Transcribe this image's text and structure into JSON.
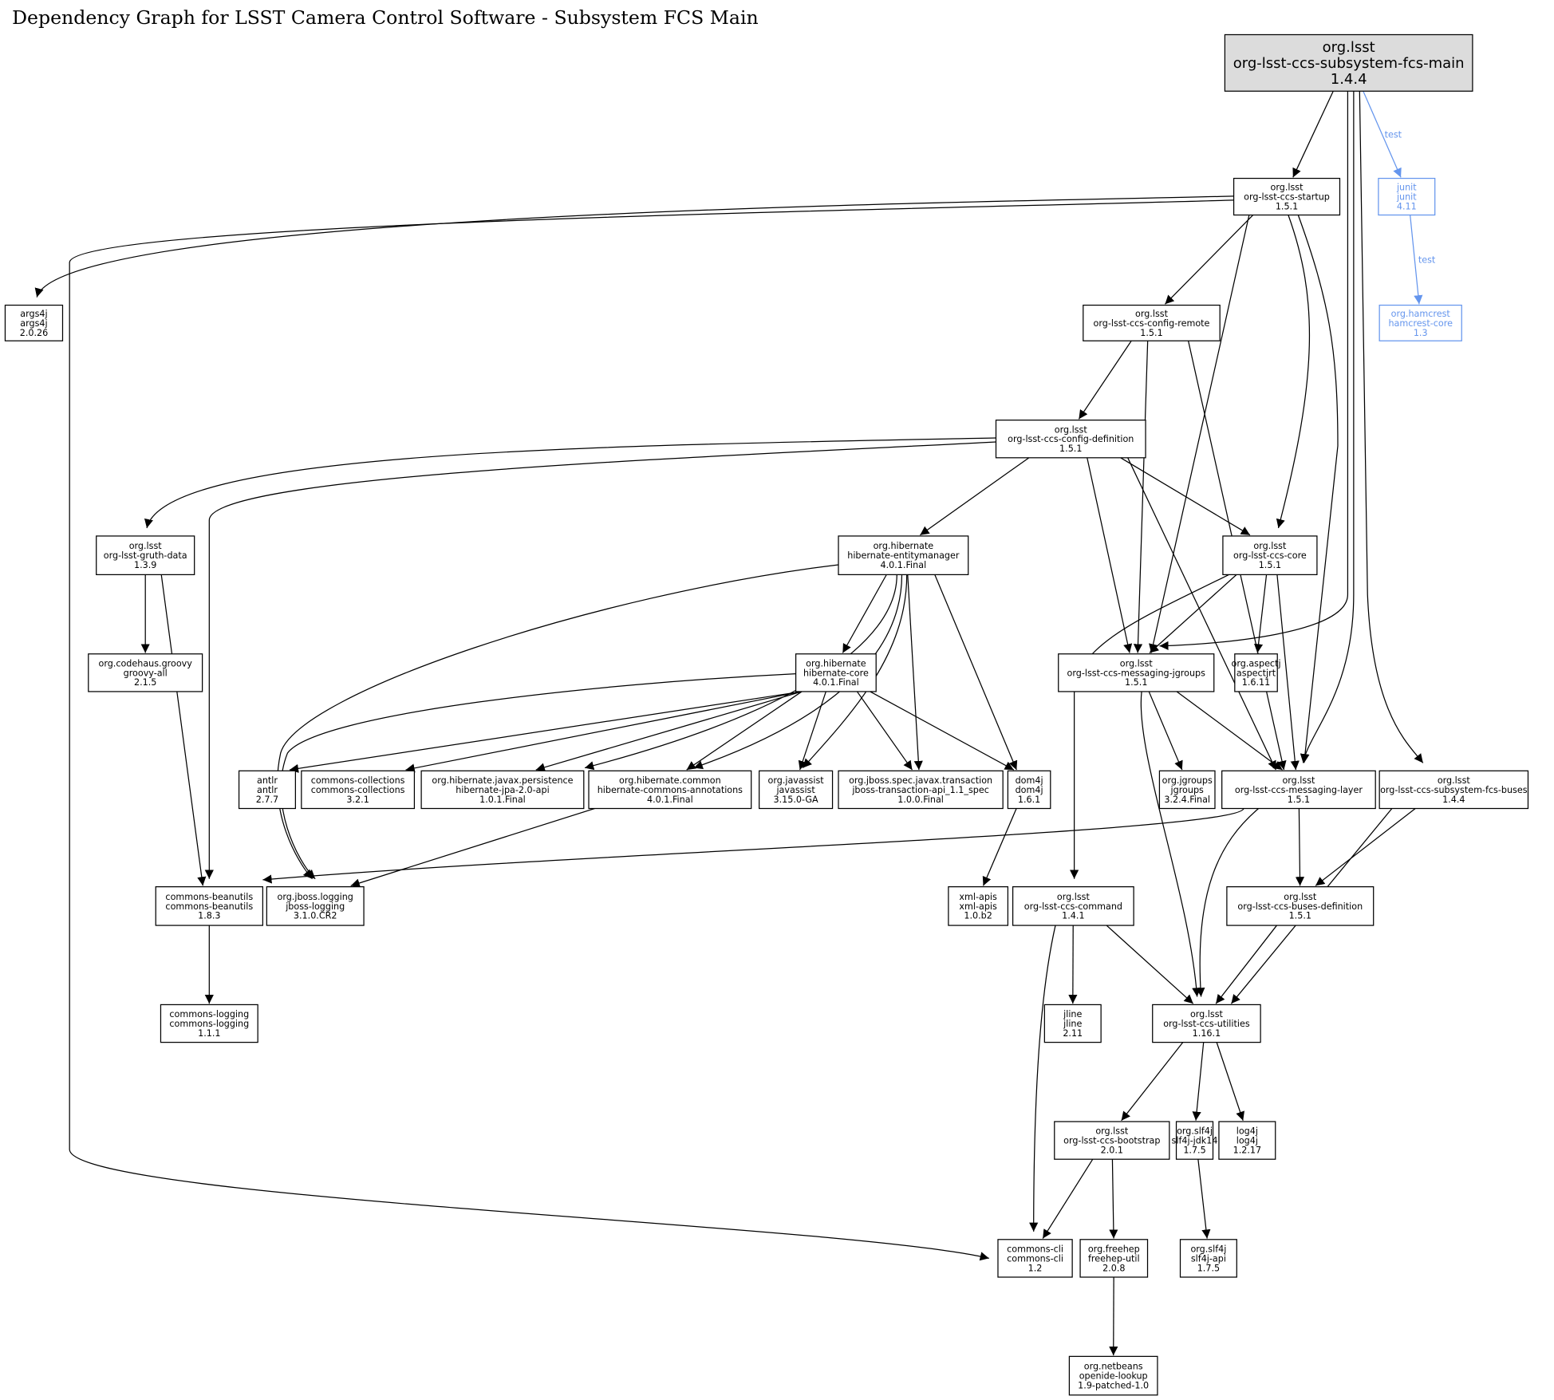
{
  "title": "Dependency Graph for LSST Camera Control Software - Subsystem FCS Main",
  "colors": {
    "root_fill": "#dcdcdc",
    "node_stroke": "#000000",
    "test": "#6495ed"
  },
  "nodes": [
    {
      "id": "main",
      "group": "org.lsst",
      "artifact": "org-lsst-ccs-subsystem-fcs-main",
      "version": "1.4.4",
      "kind": "root"
    },
    {
      "id": "startup",
      "group": "org.lsst",
      "artifact": "org-lsst-ccs-startup",
      "version": "1.5.1"
    },
    {
      "id": "junit",
      "group": "junit",
      "artifact": "junit",
      "version": "4.11",
      "kind": "test"
    },
    {
      "id": "hamcrest",
      "group": "org.hamcrest",
      "artifact": "hamcrest-core",
      "version": "1.3",
      "kind": "test"
    },
    {
      "id": "args4j",
      "group": "args4j",
      "artifact": "args4j",
      "version": "2.0.26"
    },
    {
      "id": "config-remote",
      "group": "org.lsst",
      "artifact": "org-lsst-ccs-config-remote",
      "version": "1.5.1"
    },
    {
      "id": "config-definition",
      "group": "org.lsst",
      "artifact": "org-lsst-ccs-config-definition",
      "version": "1.5.1"
    },
    {
      "id": "gruth-data",
      "group": "org.lsst",
      "artifact": "org-lsst-gruth-data",
      "version": "1.3.9"
    },
    {
      "id": "entitymanager",
      "group": "org.hibernate",
      "artifact": "hibernate-entitymanager",
      "version": "4.0.1.Final"
    },
    {
      "id": "ccs-core",
      "group": "org.lsst",
      "artifact": "org-lsst-ccs-core",
      "version": "1.5.1"
    },
    {
      "id": "groovy",
      "group": "org.codehaus.groovy",
      "artifact": "groovy-all",
      "version": "2.1.5"
    },
    {
      "id": "hibernate-core",
      "group": "org.hibernate",
      "artifact": "hibernate-core",
      "version": "4.0.1.Final"
    },
    {
      "id": "messaging-jgroups",
      "group": "org.lsst",
      "artifact": "org-lsst-ccs-messaging-jgroups",
      "version": "1.5.1"
    },
    {
      "id": "aspectj",
      "group": "org.aspectj",
      "artifact": "aspectjrt",
      "version": "1.6.11"
    },
    {
      "id": "antlr",
      "group": "antlr",
      "artifact": "antlr",
      "version": "2.7.7"
    },
    {
      "id": "commons-collections",
      "group": "commons-collections",
      "artifact": "commons-collections",
      "version": "3.2.1"
    },
    {
      "id": "hibernate-jpa",
      "group": "org.hibernate.javax.persistence",
      "artifact": "hibernate-jpa-2.0-api",
      "version": "1.0.1.Final"
    },
    {
      "id": "commons-annotations",
      "group": "org.hibernate.common",
      "artifact": "hibernate-commons-annotations",
      "version": "4.0.1.Final"
    },
    {
      "id": "javassist",
      "group": "org.javassist",
      "artifact": "javassist",
      "version": "3.15.0-GA"
    },
    {
      "id": "jboss-transaction",
      "group": "org.jboss.spec.javax.transaction",
      "artifact": "jboss-transaction-api_1.1_spec",
      "version": "1.0.0.Final"
    },
    {
      "id": "dom4j",
      "group": "dom4j",
      "artifact": "dom4j",
      "version": "1.6.1"
    },
    {
      "id": "jgroups",
      "group": "org.jgroups",
      "artifact": "jgroups",
      "version": "3.2.4.Final"
    },
    {
      "id": "messaging-layer",
      "group": "org.lsst",
      "artifact": "org-lsst-ccs-messaging-layer",
      "version": "1.5.1"
    },
    {
      "id": "fcs-buses",
      "group": "org.lsst",
      "artifact": "org-lsst-ccs-subsystem-fcs-buses",
      "version": "1.4.4"
    },
    {
      "id": "commons-beanutils",
      "group": "commons-beanutils",
      "artifact": "commons-beanutils",
      "version": "1.8.3"
    },
    {
      "id": "jboss-logging",
      "group": "org.jboss.logging",
      "artifact": "jboss-logging",
      "version": "3.1.0.CR2"
    },
    {
      "id": "xml-apis",
      "group": "xml-apis",
      "artifact": "xml-apis",
      "version": "1.0.b2"
    },
    {
      "id": "ccs-command",
      "group": "org.lsst",
      "artifact": "org-lsst-ccs-command",
      "version": "1.4.1"
    },
    {
      "id": "buses-definition",
      "group": "org.lsst",
      "artifact": "org-lsst-ccs-buses-definition",
      "version": "1.5.1"
    },
    {
      "id": "commons-logging",
      "group": "commons-logging",
      "artifact": "commons-logging",
      "version": "1.1.1"
    },
    {
      "id": "jline",
      "group": "jline",
      "artifact": "jline",
      "version": "2.11"
    },
    {
      "id": "utilities",
      "group": "org.lsst",
      "artifact": "org-lsst-ccs-utilities",
      "version": "1.16.1"
    },
    {
      "id": "bootstrap",
      "group": "org.lsst",
      "artifact": "org-lsst-ccs-bootstrap",
      "version": "2.0.1"
    },
    {
      "id": "slf4j-jdk14",
      "group": "org.slf4j",
      "artifact": "slf4j-jdk14",
      "version": "1.7.5"
    },
    {
      "id": "log4j",
      "group": "log4j",
      "artifact": "log4j",
      "version": "1.2.17"
    },
    {
      "id": "commons-cli",
      "group": "commons-cli",
      "artifact": "commons-cli",
      "version": "1.2"
    },
    {
      "id": "freehep",
      "group": "org.freehep",
      "artifact": "freehep-util",
      "version": "2.0.8"
    },
    {
      "id": "slf4j-api",
      "group": "org.slf4j",
      "artifact": "slf4j-api",
      "version": "1.7.5"
    },
    {
      "id": "openide",
      "group": "org.netbeans",
      "artifact": "openide-lookup",
      "version": "1.9-patched-1.0"
    }
  ],
  "edges": [
    {
      "from": "main",
      "to": "startup"
    },
    {
      "from": "main",
      "to": "messaging-jgroups"
    },
    {
      "from": "main",
      "to": "messaging-layer"
    },
    {
      "from": "main",
      "to": "fcs-buses"
    },
    {
      "from": "main",
      "to": "junit",
      "label": "test"
    },
    {
      "from": "junit",
      "to": "hamcrest",
      "label": "test"
    },
    {
      "from": "startup",
      "to": "args4j"
    },
    {
      "from": "startup",
      "to": "commons-cli"
    },
    {
      "from": "startup",
      "to": "config-remote"
    },
    {
      "from": "startup",
      "to": "messaging-jgroups"
    },
    {
      "from": "startup",
      "to": "ccs-core"
    },
    {
      "from": "startup",
      "to": "messaging-layer"
    },
    {
      "from": "config-remote",
      "to": "config-definition"
    },
    {
      "from": "config-remote",
      "to": "messaging-jgroups"
    },
    {
      "from": "config-remote",
      "to": "messaging-layer"
    },
    {
      "from": "config-definition",
      "to": "gruth-data"
    },
    {
      "from": "config-definition",
      "to": "commons-beanutils"
    },
    {
      "from": "config-definition",
      "to": "entitymanager"
    },
    {
      "from": "config-definition",
      "to": "messaging-jgroups"
    },
    {
      "from": "config-definition",
      "to": "ccs-core"
    },
    {
      "from": "config-definition",
      "to": "messaging-layer"
    },
    {
      "from": "gruth-data",
      "to": "groovy"
    },
    {
      "from": "gruth-data",
      "to": "commons-beanutils"
    },
    {
      "from": "entitymanager",
      "to": "hibernate-core"
    },
    {
      "from": "entitymanager",
      "to": "jboss-logging"
    },
    {
      "from": "entitymanager",
      "to": "hibernate-jpa"
    },
    {
      "from": "entitymanager",
      "to": "commons-annotations"
    },
    {
      "from": "entitymanager",
      "to": "javassist"
    },
    {
      "from": "entitymanager",
      "to": "jboss-transaction"
    },
    {
      "from": "entitymanager",
      "to": "dom4j"
    },
    {
      "from": "hibernate-core",
      "to": "antlr"
    },
    {
      "from": "hibernate-core",
      "to": "commons-collections"
    },
    {
      "from": "hibernate-core",
      "to": "hibernate-jpa"
    },
    {
      "from": "hibernate-core",
      "to": "commons-annotations"
    },
    {
      "from": "hibernate-core",
      "to": "javassist"
    },
    {
      "from": "hibernate-core",
      "to": "jboss-transaction"
    },
    {
      "from": "hibernate-core",
      "to": "dom4j"
    },
    {
      "from": "hibernate-core",
      "to": "jboss-logging"
    },
    {
      "from": "ccs-core",
      "to": "messaging-jgroups"
    },
    {
      "from": "ccs-core",
      "to": "aspectj"
    },
    {
      "from": "ccs-core",
      "to": "messaging-layer"
    },
    {
      "from": "ccs-core",
      "to": "ccs-command"
    },
    {
      "from": "messaging-jgroups",
      "to": "jgroups"
    },
    {
      "from": "messaging-jgroups",
      "to": "messaging-layer"
    },
    {
      "from": "messaging-jgroups",
      "to": "utilities"
    },
    {
      "from": "messaging-layer",
      "to": "commons-beanutils"
    },
    {
      "from": "messaging-layer",
      "to": "buses-definition"
    },
    {
      "from": "messaging-layer",
      "to": "utilities"
    },
    {
      "from": "fcs-buses",
      "to": "buses-definition"
    },
    {
      "from": "fcs-buses",
      "to": "utilities"
    },
    {
      "from": "commons-annotations",
      "to": "jboss-logging"
    },
    {
      "from": "dom4j",
      "to": "xml-apis"
    },
    {
      "from": "commons-beanutils",
      "to": "commons-logging"
    },
    {
      "from": "ccs-command",
      "to": "jline"
    },
    {
      "from": "ccs-command",
      "to": "utilities"
    },
    {
      "from": "ccs-command",
      "to": "commons-cli"
    },
    {
      "from": "buses-definition",
      "to": "utilities"
    },
    {
      "from": "utilities",
      "to": "bootstrap"
    },
    {
      "from": "utilities",
      "to": "slf4j-jdk14"
    },
    {
      "from": "utilities",
      "to": "log4j"
    },
    {
      "from": "bootstrap",
      "to": "commons-cli"
    },
    {
      "from": "bootstrap",
      "to": "freehep"
    },
    {
      "from": "slf4j-jdk14",
      "to": "slf4j-api"
    },
    {
      "from": "freehep",
      "to": "openide"
    }
  ]
}
